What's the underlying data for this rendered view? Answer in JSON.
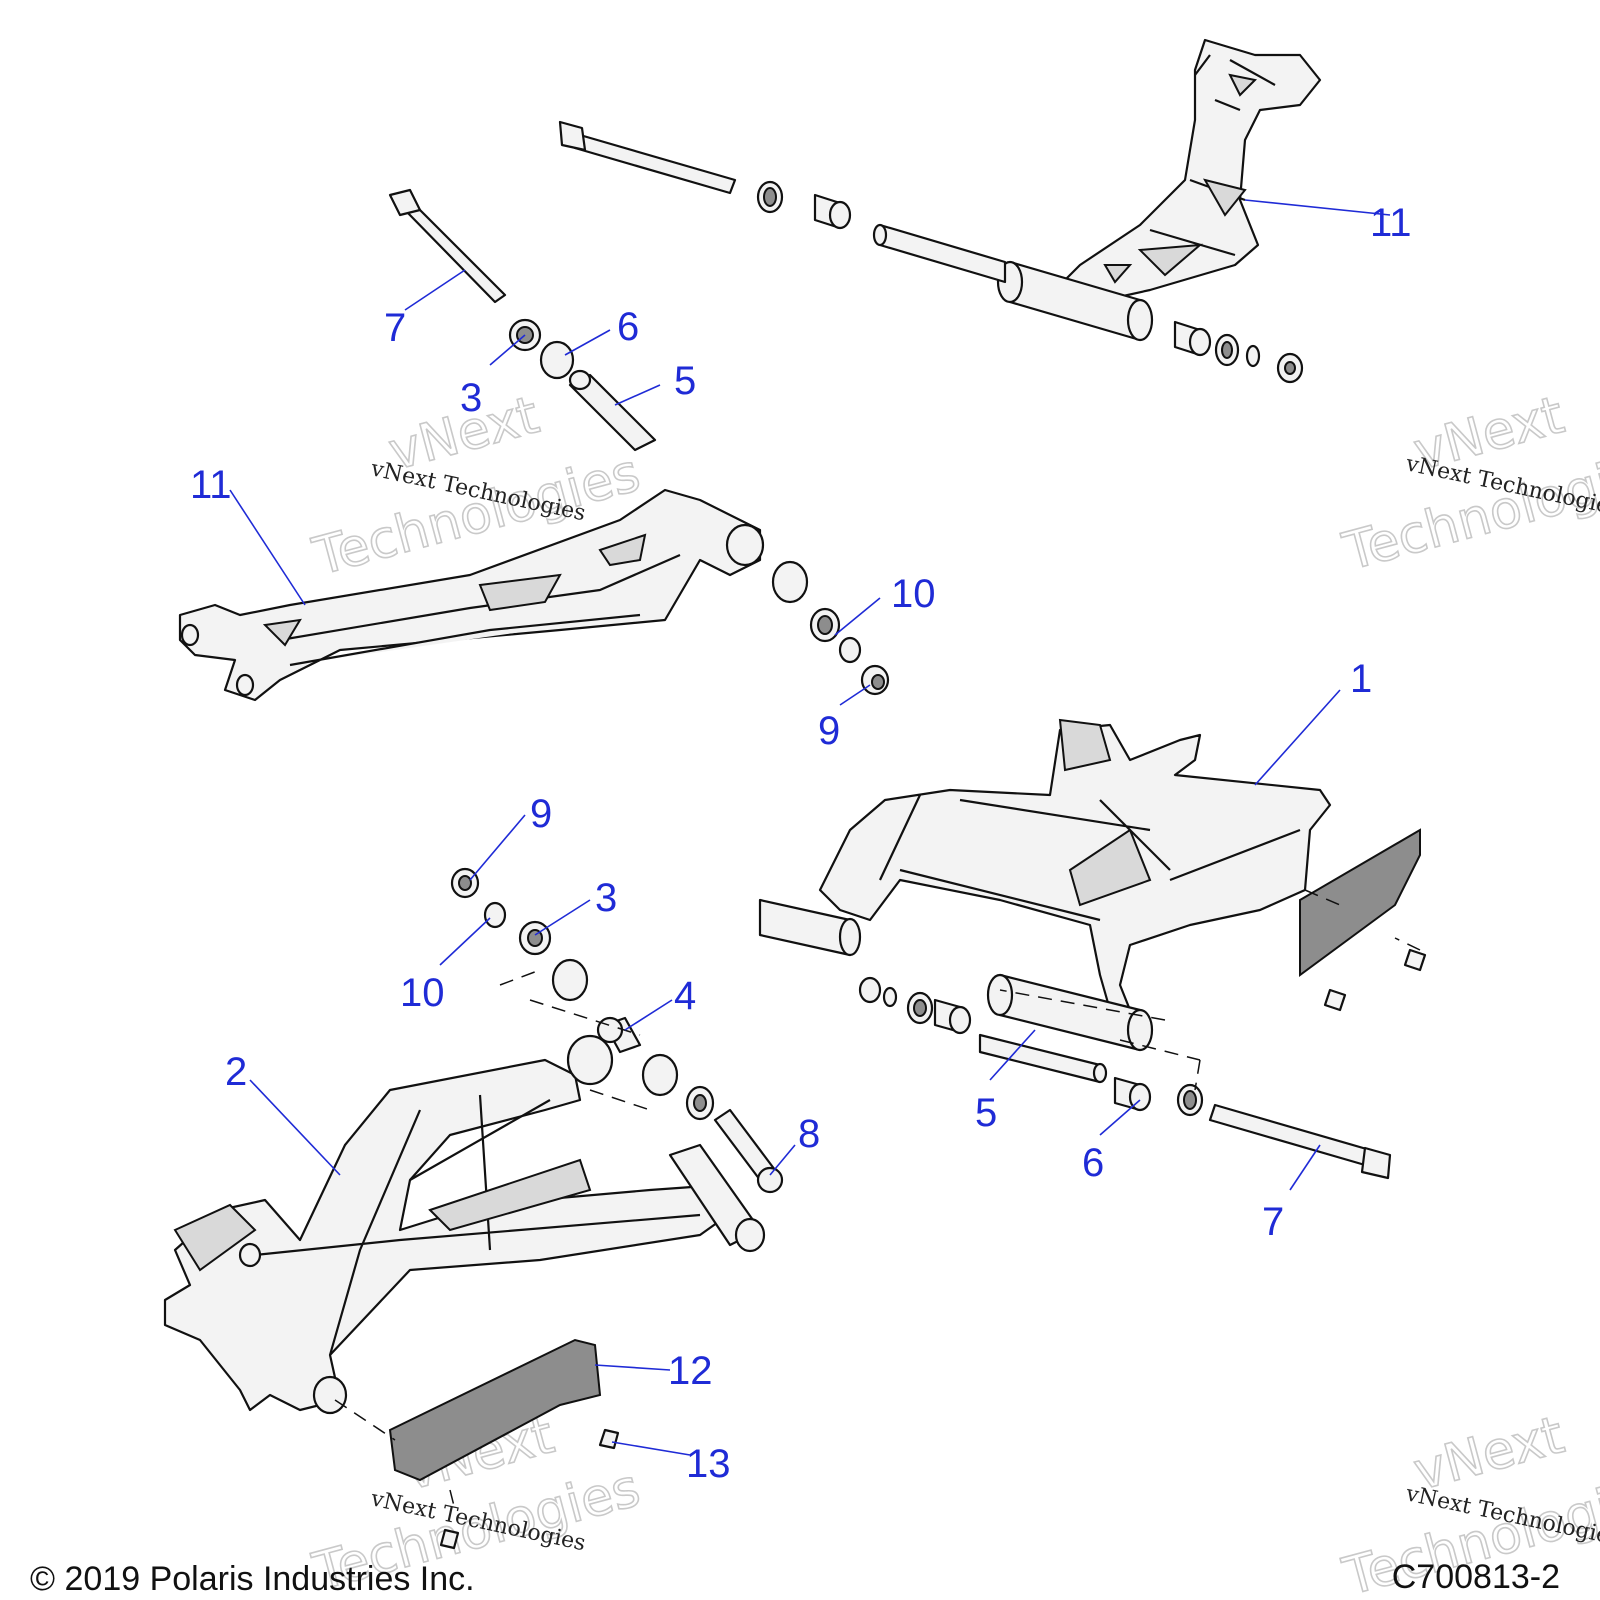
{
  "diagram": {
    "labels": {
      "n1": "1",
      "n2": "2",
      "n3a": "3",
      "n3b": "3",
      "n4": "4",
      "n5a": "5",
      "n5b": "5",
      "n6a": "6",
      "n6b": "6",
      "n7a": "7",
      "n7b": "7",
      "n8": "8",
      "n9a": "9",
      "n9b": "9",
      "n10a": "10",
      "n10b": "10",
      "n11a": "11",
      "n11b": "11",
      "n12": "12",
      "n13": "13"
    },
    "watermark": {
      "line": "vNext Technologies",
      "big1": "vNext",
      "big2": "Technologies"
    },
    "footer": {
      "copyright": "© 2019 Polaris Industries Inc.",
      "figure_id": "C700813-2"
    },
    "label_color": "#1f2bd6"
  }
}
